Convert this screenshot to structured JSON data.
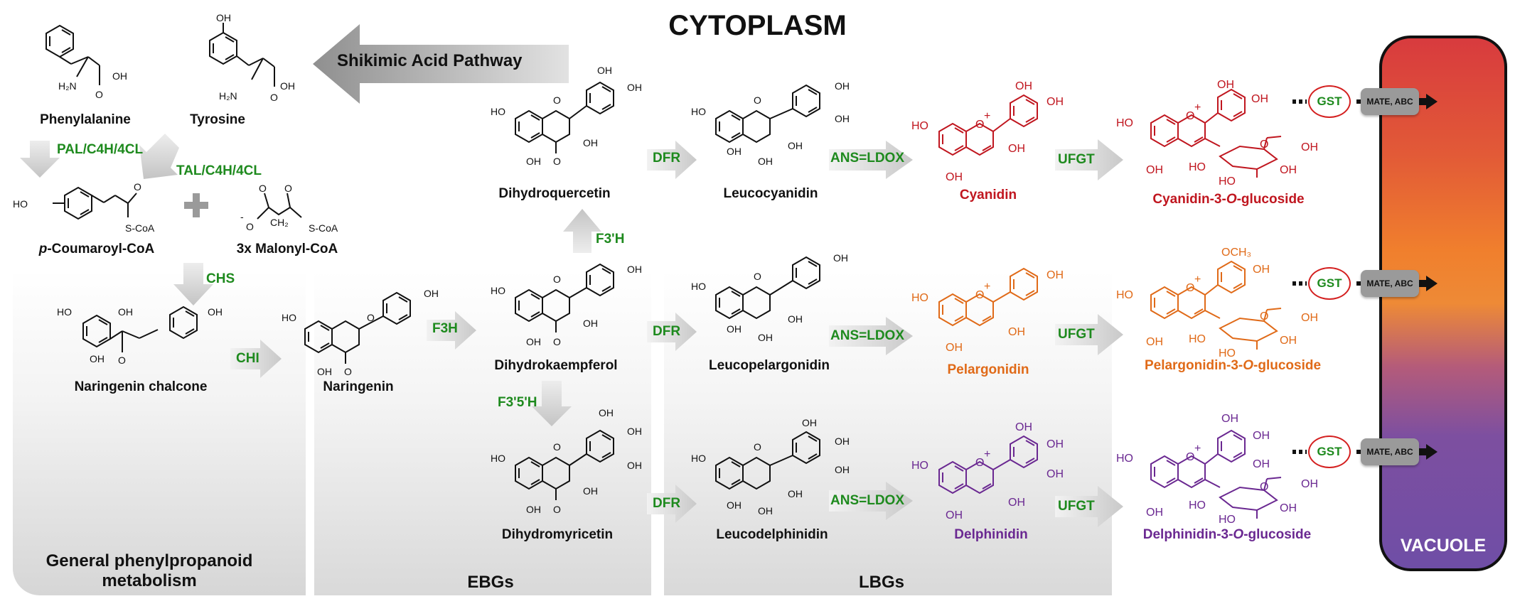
{
  "title": "CYTOPLASM",
  "pathway_arrow_label": "Shikimic Acid Pathway",
  "regions": {
    "general": "General phenylpropanoid\nmetabolism",
    "ebgs": "EBGs",
    "lbgs": "LBGs",
    "vacuole": "VACUOLE"
  },
  "compounds": {
    "phenylalanine": "Phenylalanine",
    "tyrosine": "Tyrosine",
    "p_coumaroyl_prefix": "p",
    "p_coumaroyl_rest": "-Coumaroyl-CoA",
    "malonyl": "3x Malonyl-CoA",
    "naringenin_chalcone": "Naringenin chalcone",
    "naringenin": "Naringenin",
    "dihydroquercetin": "Dihydroquercetin",
    "dihydrokaempferol": "Dihydrokaempferol",
    "dihydromyricetin": "Dihydromyricetin",
    "leucocyanidin": "Leucocyanidin",
    "leucopelargonidin": "Leucopelargonidin",
    "leucodelphinidin": "Leucodelphinidin",
    "cyanidin": "Cyanidin",
    "pelargonidin": "Pelargonidin",
    "delphinidin": "Delphinidin",
    "cyanidin_glc_a": "Cyanidin-3-",
    "pelargonidin_glc_a": "Pelargonidin-3-",
    "delphinidin_glc_a": "Delphinidin-3-",
    "glc_o": "O",
    "glc_b": "-glucoside"
  },
  "enzymes": {
    "pal": "PAL/C4H/4CL",
    "tal": "TAL/C4H/4CL",
    "chs": "CHS",
    "chi": "CHI",
    "f3h": "F3H",
    "f3ph": "F3'H",
    "f35h": "F3'5'H",
    "dfr": "DFR",
    "ans": "ANS=LDOX",
    "ufgt": "UFGT",
    "gst": "GST",
    "transporter": "MATE, ABC"
  },
  "atoms": {
    "oh": "OH",
    "ho": "HO",
    "h2n": "H₂N",
    "scoa": "S-CoA",
    "o": "O",
    "o_minus": "-",
    "o_plus": "+",
    "och3": "OCH₃",
    "ch2": "CH₂"
  },
  "colors": {
    "red": "#c0161f",
    "orange": "#e06a18",
    "purple": "#6a2891",
    "enzyme_green": "#1e8a1e",
    "gst_border": "#d42020"
  }
}
